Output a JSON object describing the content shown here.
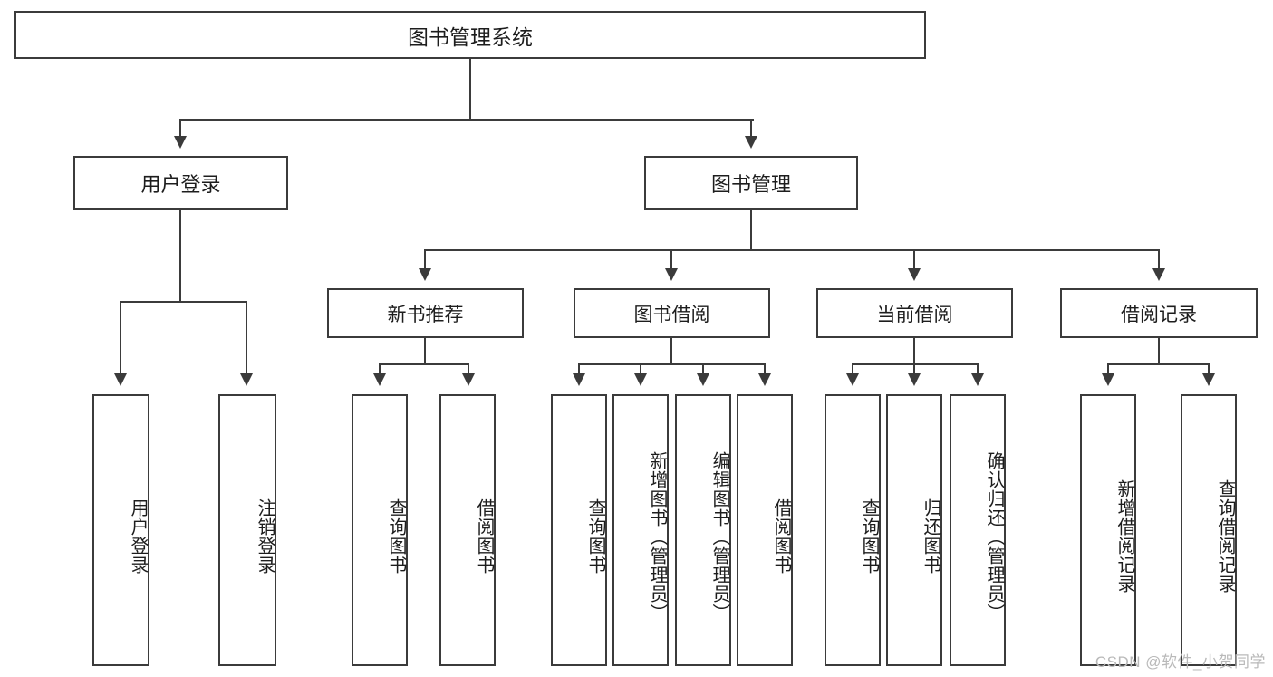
{
  "diagram": {
    "type": "tree-hierarchy-flowchart",
    "title": "图书管理系统",
    "watermark": "CSDN @软件_小贺同学",
    "colors": {
      "stroke": "#3b3b3b",
      "fill": "#ffffff",
      "text": "#1d1d1d",
      "watermark": "#b9b9b9"
    },
    "levels": {
      "root": {
        "label": "图书管理系统"
      },
      "level2": [
        {
          "label": "用户登录"
        },
        {
          "label": "图书管理"
        }
      ],
      "level3": [
        {
          "label": "新书推荐"
        },
        {
          "label": "图书借阅"
        },
        {
          "label": "当前借阅"
        },
        {
          "label": "借阅记录"
        }
      ],
      "leaves": {
        "user_login": [
          {
            "label": "用户登录"
          },
          {
            "label": "注销登录"
          }
        ],
        "new_book_recommend": [
          {
            "label": "查询图书"
          },
          {
            "label": "借阅图书"
          }
        ],
        "book_borrow": [
          {
            "label": "查询图书"
          },
          {
            "label": "新增图书（管理员）"
          },
          {
            "label": "编辑图书（管理员）"
          },
          {
            "label": "借阅图书"
          }
        ],
        "current_borrow": [
          {
            "label": "查询图书"
          },
          {
            "label": "归还图书"
          },
          {
            "label": "确认归还（管理员）"
          }
        ],
        "borrow_record": [
          {
            "label": "新增借阅记录"
          },
          {
            "label": "查询借阅记录"
          }
        ]
      }
    }
  }
}
